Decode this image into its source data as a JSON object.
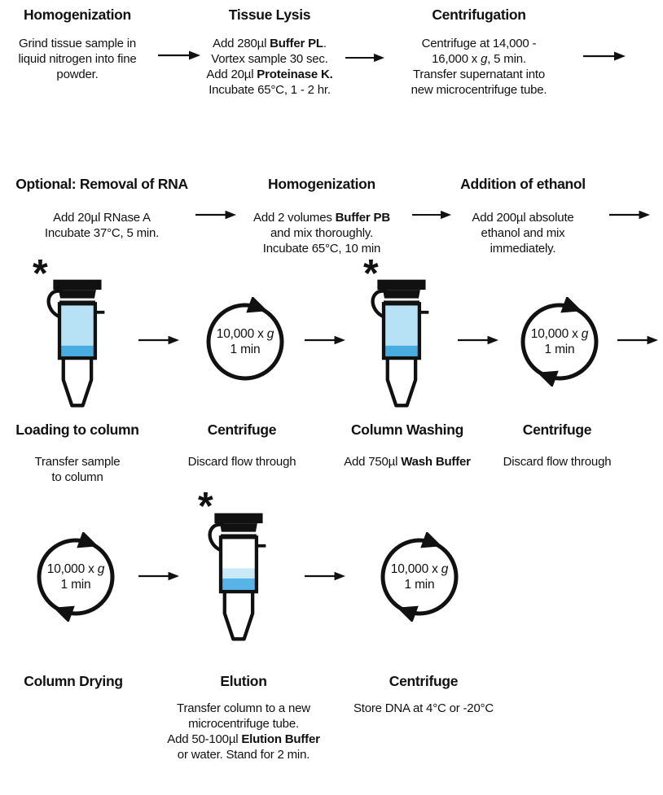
{
  "palette": {
    "ink": "#111111",
    "background": "#ffffff",
    "liquid_light": "#b7e1f4",
    "liquid_dark": "#4aabdf",
    "elution_light": "#c9e8f8",
    "elution_mid": "#58b4e6"
  },
  "marker": "*",
  "spin_label": {
    "lines": [
      [
        {
          "t": "10,000 x "
        },
        {
          "t": "g",
          "i": true
        }
      ],
      "1 min"
    ]
  },
  "row1": {
    "steps": [
      {
        "title": "Homogenization",
        "lines": [
          "Grind tissue sample in",
          "liquid nitrogen into fine",
          "powder."
        ]
      },
      {
        "title": "Tissue Lysis",
        "lines": [
          [
            {
              "t": "Add 280µl "
            },
            {
              "t": "Buffer PL",
              "b": true
            },
            {
              "t": "."
            }
          ],
          "Vortex sample 30 sec.",
          [
            {
              "t": "Add 20µl "
            },
            {
              "t": "Proteinase K.",
              "b": true
            }
          ],
          "Incubate 65°C, 1 - 2 hr."
        ]
      },
      {
        "title": "Centrifugation",
        "lines": [
          "Centrifuge at 14,000 -",
          [
            {
              "t": "16,000 x "
            },
            {
              "t": "g",
              "i": true
            },
            {
              "t": ", 5 min."
            }
          ],
          "Transfer supernatant into",
          "new microcentrifuge tube."
        ]
      }
    ]
  },
  "row2": {
    "steps": [
      {
        "title": "Optional: Removal of RNA",
        "lines": [
          "Add 20µl RNase A",
          "Incubate 37°C, 5 min."
        ]
      },
      {
        "title": "Homogenization",
        "lines": [
          [
            {
              "t": "Add 2 volumes "
            },
            {
              "t": "Buffer PB",
              "b": true
            }
          ],
          "and mix thoroughly.",
          "Incubate 65°C, 10 min"
        ]
      },
      {
        "title": "Addition of ethanol",
        "lines": [
          "Add 200µl absolute",
          "ethanol and mix",
          "immediately."
        ]
      }
    ]
  },
  "row3": {
    "steps": [
      {
        "title": "Loading to column",
        "lines": [
          "Transfer sample",
          "to column"
        ]
      },
      {
        "title": "Centrifuge",
        "lines": [
          "Discard flow through"
        ]
      },
      {
        "title": "Column Washing",
        "lines": [
          [
            {
              "t": "Add 750µl "
            },
            {
              "t": "Wash Buffer",
              "b": true
            }
          ]
        ]
      },
      {
        "title": "Centrifuge",
        "lines": [
          "Discard flow through"
        ]
      }
    ]
  },
  "row4": {
    "steps": [
      {
        "title": "Column Drying",
        "lines": []
      },
      {
        "title": "Elution",
        "lines": [
          "Transfer column to a new",
          "microcentrifuge tube.",
          [
            {
              "t": "Add 50-100µl "
            },
            {
              "t": "Elution Buffer",
              "b": true
            }
          ],
          "or water. Stand for 2 min."
        ]
      },
      {
        "title": "Centrifuge",
        "lines": [
          "Store DNA at 4°C or -20°C"
        ]
      }
    ]
  }
}
